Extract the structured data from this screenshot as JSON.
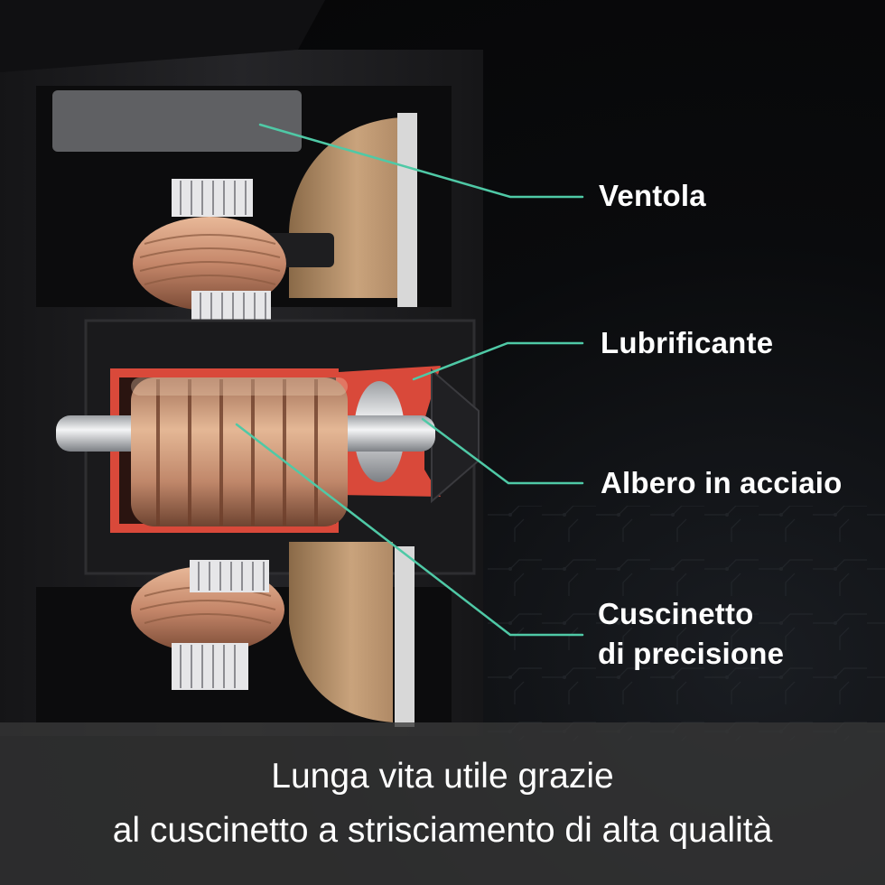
{
  "callouts": {
    "fan": "Ventola",
    "lubricant": "Lubrificante",
    "steel_shaft": "Albero in acciaio",
    "bearing_line1": "Cuscinetto",
    "bearing_line2": "di precisione"
  },
  "caption": {
    "line1": "Lunga vita utile grazie",
    "line2": "al cuscinetto a strisciamento di alta qualità"
  },
  "colors": {
    "leader_line": "#4fc9a6",
    "lubricant": "#e0503c",
    "copper": "#c98e69",
    "housing": "#1b1b1d",
    "background": "#070809"
  }
}
